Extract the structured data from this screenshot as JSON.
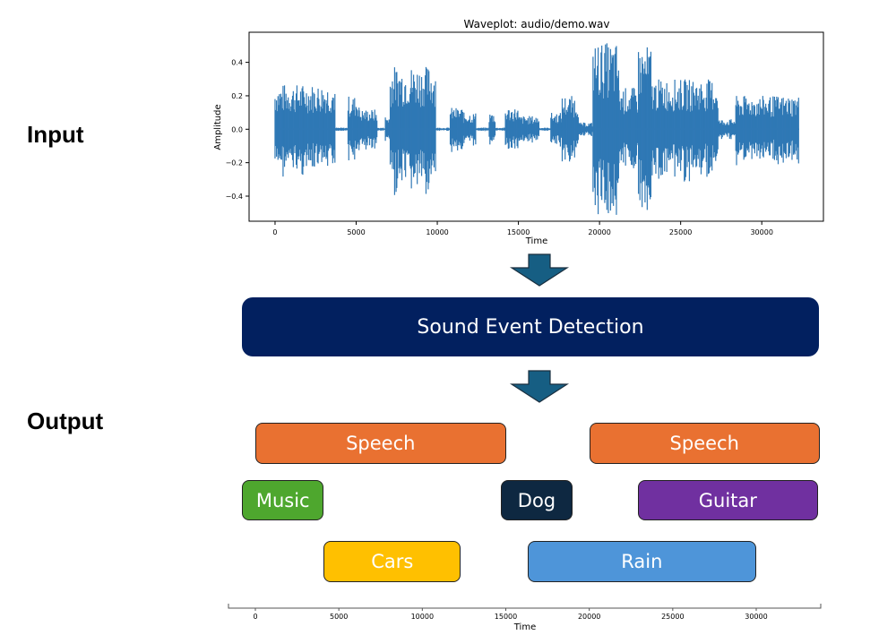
{
  "labels": {
    "input": "Input",
    "output": "Output"
  },
  "waveplot": {
    "title": "Waveplot: audio/demo.wav",
    "xlabel": "Time",
    "ylabel": "Amplitude",
    "xticks": [
      "0",
      "5000",
      "10000",
      "15000",
      "20000",
      "25000",
      "30000"
    ],
    "yticks": [
      "0.4",
      "0.2",
      "0.0",
      "−0.2",
      "−0.4"
    ],
    "color": "#2f78b5"
  },
  "chart_data": {
    "type": "line",
    "title": "Waveplot: audio/demo.wav",
    "xlabel": "Time",
    "ylabel": "Amplitude",
    "xlim": [
      -1600,
      33800
    ],
    "ylim": [
      -0.55,
      0.58
    ],
    "grid": false,
    "series": [
      {
        "envelope": [
          {
            "start": 0,
            "end": 3700,
            "amp": 0.27
          },
          {
            "start": 3700,
            "end": 4500,
            "amp": 0.01
          },
          {
            "start": 4500,
            "end": 5200,
            "amp": 0.2
          },
          {
            "start": 5200,
            "end": 6300,
            "amp": 0.12
          },
          {
            "start": 6300,
            "end": 6800,
            "amp": 0.01
          },
          {
            "start": 6800,
            "end": 7100,
            "amp": 0.08
          },
          {
            "start": 7100,
            "end": 9900,
            "amp": 0.38
          },
          {
            "start": 9900,
            "end": 10800,
            "amp": 0.01
          },
          {
            "start": 10800,
            "end": 11600,
            "amp": 0.13
          },
          {
            "start": 11600,
            "end": 12400,
            "amp": 0.1
          },
          {
            "start": 12400,
            "end": 13200,
            "amp": 0.01
          },
          {
            "start": 13200,
            "end": 13600,
            "amp": 0.1
          },
          {
            "start": 13600,
            "end": 14200,
            "amp": 0.01
          },
          {
            "start": 14200,
            "end": 15000,
            "amp": 0.13
          },
          {
            "start": 15000,
            "end": 16300,
            "amp": 0.08
          },
          {
            "start": 16300,
            "end": 17000,
            "amp": 0.01
          },
          {
            "start": 17000,
            "end": 17700,
            "amp": 0.1
          },
          {
            "start": 17700,
            "end": 18700,
            "amp": 0.2
          },
          {
            "start": 18700,
            "end": 19600,
            "amp": 0.04
          },
          {
            "start": 19600,
            "end": 21200,
            "amp": 0.52
          },
          {
            "start": 21200,
            "end": 22400,
            "amp": 0.25
          },
          {
            "start": 22400,
            "end": 23200,
            "amp": 0.5
          },
          {
            "start": 23200,
            "end": 27300,
            "amp": 0.3
          },
          {
            "start": 27300,
            "end": 28400,
            "amp": 0.06
          },
          {
            "start": 28400,
            "end": 32300,
            "amp": 0.2
          }
        ]
      }
    ]
  },
  "sed_box": {
    "label": "Sound Event Detection",
    "color": "#02205f"
  },
  "events": [
    {
      "label": "Speech",
      "start": 0,
      "end": 15000,
      "row": 0,
      "color": "#e97131"
    },
    {
      "label": "Speech",
      "start": 20000,
      "end": 33800,
      "row": 0,
      "color": "#e97131"
    },
    {
      "label": "Music",
      "start": -800,
      "end": 4100,
      "row": 1,
      "color": "#4ea72e"
    },
    {
      "label": "Dog",
      "start": 14700,
      "end": 19000,
      "row": 1,
      "color": "#0e2841"
    },
    {
      "label": "Guitar",
      "start": 22900,
      "end": 33700,
      "row": 1,
      "color": "#7030a0"
    },
    {
      "label": "Cars",
      "start": 4100,
      "end": 12300,
      "row": 2,
      "color": "#ffc000"
    },
    {
      "label": "Rain",
      "start": 16300,
      "end": 30000,
      "row": 2,
      "color": "#4e95d9"
    }
  ],
  "timeline": {
    "xlabel": "Time",
    "ticks": [
      "0",
      "5000",
      "10000",
      "15000",
      "20000",
      "25000",
      "30000"
    ]
  },
  "arrow_color": "#165e83"
}
